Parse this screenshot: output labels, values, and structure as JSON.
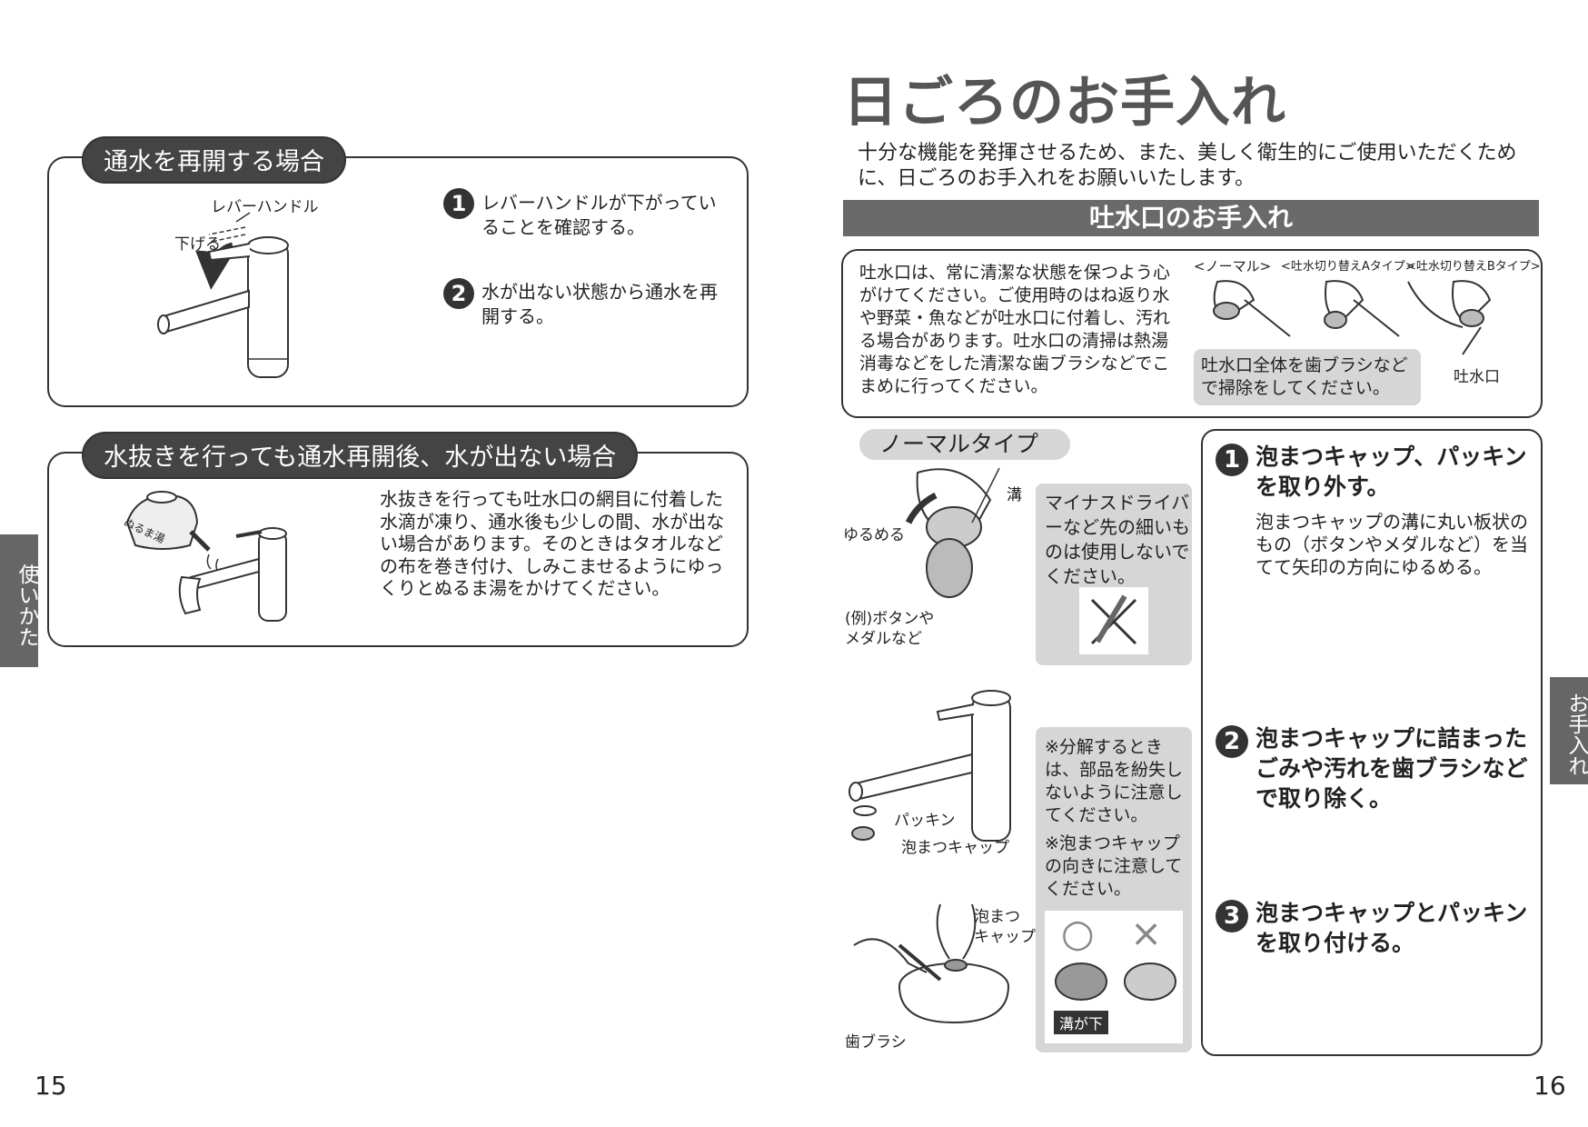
{
  "left_page": {
    "section1": {
      "title": "通水を再開する場合",
      "label_lever": "レバーハンドル",
      "label_lower": "下げる",
      "steps": [
        {
          "num": "1",
          "text": "レバーハンドルが下がっていることを確認する。"
        },
        {
          "num": "2",
          "text": "水が出ない状態から通水を再開する。"
        }
      ]
    },
    "section2": {
      "title": "水抜きを行っても通水再開後、水が出ない場合",
      "kettle_label": "ぬるま湯",
      "text": "水抜きを行っても吐水口の網目に付着した水滴が凍り、通水後も少しの間、水が出ない場合があります。そのときはタオルなどの布を巻き付け、しみこませるようにゆっくりとぬるま湯をかけてください。"
    },
    "side_tab": "使いかた",
    "page_number": "15"
  },
  "right_page": {
    "title": "日ごろのお手入れ",
    "intro": "十分な機能を発揮させるため、また、美しく衛生的にご使用いただくために、日ごろのお手入れをお願いいたします。",
    "band_title": "吐水口のお手入れ",
    "spout_box": {
      "text": "吐水口は、常に清潔な状態を保つよう心がけてください。ご使用時のはね返り水や野菜・魚などが吐水口に付着し、汚れる場合があります。吐水口の清掃は熱湯消毒などをした清潔な歯ブラシなどでこまめに行ってください。",
      "type_labels": [
        "<ノーマル>",
        "<吐水切り替えAタイプ>",
        "<吐水切り替えBタイプ>"
      ],
      "brush_note": "吐水口全体を歯ブラシなどで掃除をしてください。",
      "spout_label": "吐水口"
    },
    "normal_type": {
      "title": "ノーマルタイプ",
      "label_groove": "溝",
      "label_loosen": "ゆるめる",
      "label_example": "(例)ボタンや\nメダルなど",
      "warning1": "マイナスドライバーなど先の細いものは使用しないでください。",
      "label_packing": "パッキン",
      "label_cap": "泡まつキャップ",
      "note1": "※分解するときは、部品を紛失しないように注意してください。",
      "note2": "※泡まつキャップの向きに注意してください。",
      "label_cap2": "泡まつ\nキャップ",
      "label_brush": "歯ブラシ",
      "label_groove_down": "溝が下",
      "ok_mark": "○",
      "ng_mark": "×"
    },
    "steps": [
      {
        "num": "1",
        "title": "泡まつキャップ、パッキンを取り外す。",
        "desc": "泡まつキャップの溝に丸い板状のもの（ボタンやメダルなど）を当てて矢印の方向にゆるめる。"
      },
      {
        "num": "2",
        "title": "泡まつキャップに詰まったごみや汚れを歯ブラシなどで取り除く。",
        "desc": ""
      },
      {
        "num": "3",
        "title": "泡まつキャップとパッキンを取り付ける。",
        "desc": ""
      }
    ],
    "side_tab": "お手入れ",
    "page_number": "16"
  }
}
